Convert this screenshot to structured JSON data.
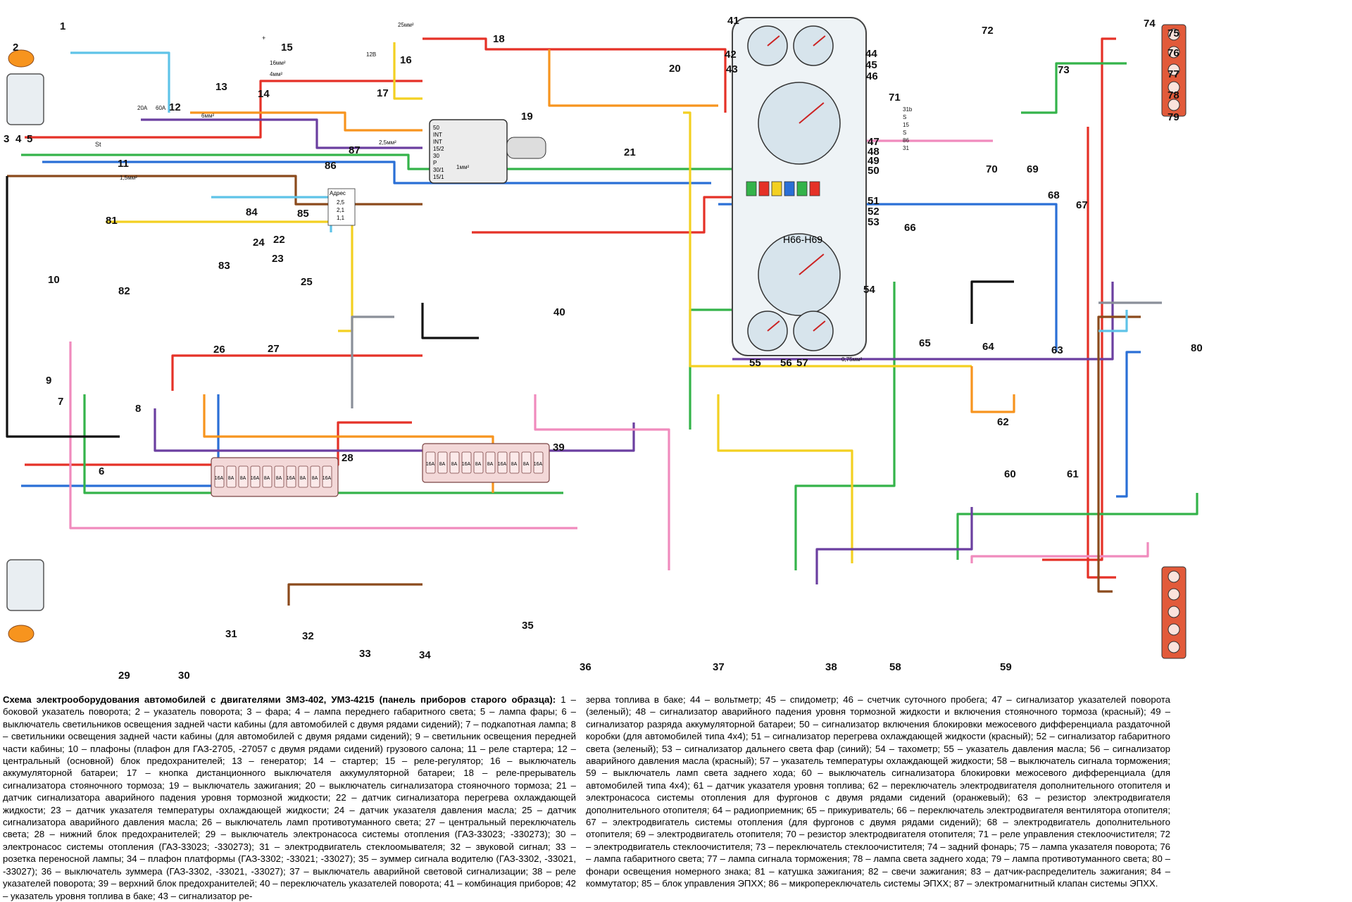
{
  "diagram": {
    "component_numbers": [
      {
        "id": "1",
        "label": "1"
      },
      {
        "id": "2",
        "label": "2"
      },
      {
        "id": "3",
        "label": "3"
      },
      {
        "id": "4",
        "label": "4"
      },
      {
        "id": "5",
        "label": "5"
      },
      {
        "id": "6",
        "label": "6"
      },
      {
        "id": "7",
        "label": "7"
      },
      {
        "id": "8",
        "label": "8"
      },
      {
        "id": "9",
        "label": "9"
      },
      {
        "id": "10",
        "label": "10"
      },
      {
        "id": "11",
        "label": "11"
      },
      {
        "id": "12",
        "label": "12"
      },
      {
        "id": "13",
        "label": "13"
      },
      {
        "id": "14",
        "label": "14"
      },
      {
        "id": "15",
        "label": "15"
      },
      {
        "id": "16",
        "label": "16"
      },
      {
        "id": "17",
        "label": "17"
      },
      {
        "id": "18",
        "label": "18"
      },
      {
        "id": "19",
        "label": "19"
      },
      {
        "id": "20",
        "label": "20"
      },
      {
        "id": "21",
        "label": "21"
      },
      {
        "id": "22",
        "label": "22"
      },
      {
        "id": "23",
        "label": "23"
      },
      {
        "id": "24",
        "label": "24"
      },
      {
        "id": "25",
        "label": "25"
      },
      {
        "id": "26",
        "label": "26"
      },
      {
        "id": "27",
        "label": "27"
      },
      {
        "id": "28",
        "label": "28"
      },
      {
        "id": "29",
        "label": "29"
      },
      {
        "id": "30",
        "label": "30"
      },
      {
        "id": "31",
        "label": "31"
      },
      {
        "id": "32",
        "label": "32"
      },
      {
        "id": "33",
        "label": "33"
      },
      {
        "id": "34",
        "label": "34"
      },
      {
        "id": "35",
        "label": "35"
      },
      {
        "id": "36",
        "label": "36"
      },
      {
        "id": "37",
        "label": "37"
      },
      {
        "id": "38",
        "label": "38"
      },
      {
        "id": "39",
        "label": "39"
      },
      {
        "id": "40",
        "label": "40"
      },
      {
        "id": "41",
        "label": "41"
      },
      {
        "id": "42",
        "label": "42"
      },
      {
        "id": "43",
        "label": "43"
      },
      {
        "id": "44",
        "label": "44"
      },
      {
        "id": "45",
        "label": "45"
      },
      {
        "id": "46",
        "label": "46"
      },
      {
        "id": "47",
        "label": "47"
      },
      {
        "id": "48",
        "label": "48"
      },
      {
        "id": "49",
        "label": "49"
      },
      {
        "id": "50",
        "label": "50"
      },
      {
        "id": "51",
        "label": "51"
      },
      {
        "id": "52",
        "label": "52"
      },
      {
        "id": "53",
        "label": "53"
      },
      {
        "id": "54",
        "label": "54"
      },
      {
        "id": "55",
        "label": "55"
      },
      {
        "id": "56",
        "label": "56"
      },
      {
        "id": "57",
        "label": "57"
      },
      {
        "id": "58",
        "label": "58"
      },
      {
        "id": "59",
        "label": "59"
      },
      {
        "id": "60",
        "label": "60"
      },
      {
        "id": "61",
        "label": "61"
      },
      {
        "id": "62",
        "label": "62"
      },
      {
        "id": "63",
        "label": "63"
      },
      {
        "id": "64",
        "label": "64"
      },
      {
        "id": "65",
        "label": "65"
      },
      {
        "id": "66",
        "label": "66"
      },
      {
        "id": "67",
        "label": "67"
      },
      {
        "id": "68",
        "label": "68"
      },
      {
        "id": "69",
        "label": "69"
      },
      {
        "id": "70",
        "label": "70"
      },
      {
        "id": "71",
        "label": "71"
      },
      {
        "id": "72",
        "label": "72"
      },
      {
        "id": "73",
        "label": "73"
      },
      {
        "id": "74",
        "label": "74"
      },
      {
        "id": "75",
        "label": "75"
      },
      {
        "id": "76",
        "label": "76"
      },
      {
        "id": "77",
        "label": "77"
      },
      {
        "id": "78",
        "label": "78"
      },
      {
        "id": "79",
        "label": "79"
      },
      {
        "id": "80",
        "label": "80"
      },
      {
        "id": "81",
        "label": "81"
      },
      {
        "id": "82",
        "label": "82"
      },
      {
        "id": "83",
        "label": "83"
      },
      {
        "id": "84",
        "label": "84"
      },
      {
        "id": "85",
        "label": "85"
      },
      {
        "id": "86",
        "label": "86"
      },
      {
        "id": "87",
        "label": "87"
      }
    ],
    "switch_terminals": [
      "50",
      "INT",
      "INT",
      "15/2",
      "30",
      "P",
      "30/1",
      "15/1"
    ],
    "fuse_table_title": "Адрес",
    "fuse_table_values": [
      "2,5",
      "2,1",
      "1,1"
    ],
    "cluster_label": "H66-H69",
    "wiper_relay_terminals": [
      "31b",
      "S",
      "15",
      "S",
      "86",
      "31"
    ],
    "fuse_box_12": [
      "20A",
      "60A"
    ],
    "relay_11": "St",
    "relay_15": "+",
    "wire_sizes": [
      "1,5мм²",
      "2,5мм²",
      "4мм²",
      "6мм²",
      "25мм²",
      "16мм²",
      "1мм²",
      "0,75мм²",
      "12В"
    ],
    "fuse_ratings": [
      "16А",
      "8А"
    ],
    "colors": {
      "red": "#e53127",
      "blue": "#2a6fd6",
      "green": "#34b34a",
      "yellow": "#f3d021",
      "orange": "#f7941e",
      "violet": "#6b3fa0",
      "pink": "#f08bbd",
      "brown": "#8b4a1c",
      "black": "#111111",
      "skyblue": "#5fc3e8",
      "gray": "#8a8f99"
    }
  },
  "caption": {
    "title": "Схема электрооборудования автомобилей с двигателями ЗМЗ-402, УМЗ-4215 (панель приборов старого образца):",
    "left_text": " 1 – боковой указатель поворота; 2 – указатель поворота; 3 – фара; 4 – лампа переднего габаритного света; 5 – лампа фары; 6 – выключатель светильников освещения задней части кабины (для автомобилей с двумя рядами сидений); 7 – подкапотная лампа; 8 – светильники освещения задней части кабины (для автомобилей с двумя рядами сидений); 9 – светильник освещения передней части кабины; 10 – плафоны (плафон для ГАЗ-2705, -27057 с двумя рядами сидений) грузового салона; 11 – реле стартера; 12 – центральный (основной) блок предохранителей; 13 – генератор; 14 – стартер; 15 – реле-регулятор; 16 – выключатель аккумуляторной батареи; 17 – кнопка дистанционного выключателя аккумуляторной батареи; 18 – реле-прерыватель сигнализатора стояночного тормоза; 19 – выключатель зажигания; 20 – выключатель сигнализатора стояночного тормоза; 21 – датчик сигнализатора аварийного падения уровня тормозной жидкости; 22 – датчик сигнализатора перегрева охлаждающей жидкости; 23 – датчик указателя температуры охлаждающей жидкости; 24 – датчик указателя давления масла; 25 – датчик сигнализатора аварийного давления масла; 26 – выключатель ламп противотуманного света; 27 – центральный переключатель света; 28 – нижний блок предохранителей; 29 – выключатель электронасоса системы отопления (ГАЗ-33023; -330273); 30 – электронасос системы отопления (ГАЗ-33023; -330273); 31 – электродвигатель стеклоомывателя; 32 – звуковой сигнал; 33 – розетка переносной лампы; 34 – плафон платформы (ГАЗ-3302; -33021; -33027); 35 – зуммер сигнала водителю (ГАЗ-3302, -33021, -33027); 36 – выключатель зуммера (ГАЗ-3302, -33021, -33027); 37 – выключатель аварийной световой сигнализации; 38 – реле указателей поворота; 39 – верхний блок предохранителей; 40 – переключатель указателей поворота; 41 – комбинация приборов; 42 – указатель уровня топлива в баке; 43 – сигнализатор ре-",
    "right_text": "зерва топлива в баке; 44 – вольтметр; 45 – спидометр; 46 – счетчик суточного пробега; 47 – сигнализатор указателей поворота (зеленый); 48 – сигнализатор аварийного падения уровня тормозной жидкости и включения стояночного тормоза (красный); 49 – сигнализатор разряда аккумуляторной батареи; 50 – сигнализатор включения блокировки межосевого дифференциала раздаточной коробки (для автомобилей типа 4x4); 51 – сигнализатор перегрева охлаждающей жидкости (красный); 52 – сигнализатор габаритного света (зеленый); 53 – сигнализатор дальнего света фар (синий); 54 – тахометр; 55 – указатель давления масла; 56 – сигнализатор аварийного давления масла (красный); 57 – указатель температуры охлаждающей жидкости; 58 – выключатель сигнала торможения; 59 – выключатель ламп света заднего хода; 60 – выключатель сигнализатора блокировки межосевого дифференциала (для автомобилей типа 4x4); 61 – датчик указателя уровня топлива; 62 – переключатель электродвигателя дополнительного отопителя и электронасоса системы отопления для фургонов с двумя рядами сидений (оранжевый); 63 – резистор электродвигателя дополнительного отопителя; 64 – радиоприемник; 65 – прикуриватель; 66 – переключатель электродвигателя вентилятора отопителя; 67 – электродвигатель системы отопления (для фургонов с двумя рядами сидений); 68 – электродвигатель дополнительного отопителя; 69 – электродвигатель отопителя; 70 – резистор электродвигателя отопителя; 71 – реле управления стеклоочистителя; 72 – электродвигатель стеклоочистителя; 73 – переключатель стеклоочистителя; 74 – задний фонарь; 75 – лампа указателя поворота; 76 – лампа габаритного света; 77 – лампа сигнала торможения; 78 – лампа света заднего хода; 79 – лампа противотуманного света; 80 – фонари освещения номерного знака; 81 – катушка зажигания; 82 – свечи зажигания; 83 – датчик-распределитель зажигания; 84 – коммутатор; 85 – блок управления ЭПХХ; 86 – микропереключатель системы ЭПХХ; 87 – электромагнитный клапан системы ЭПХХ."
  }
}
